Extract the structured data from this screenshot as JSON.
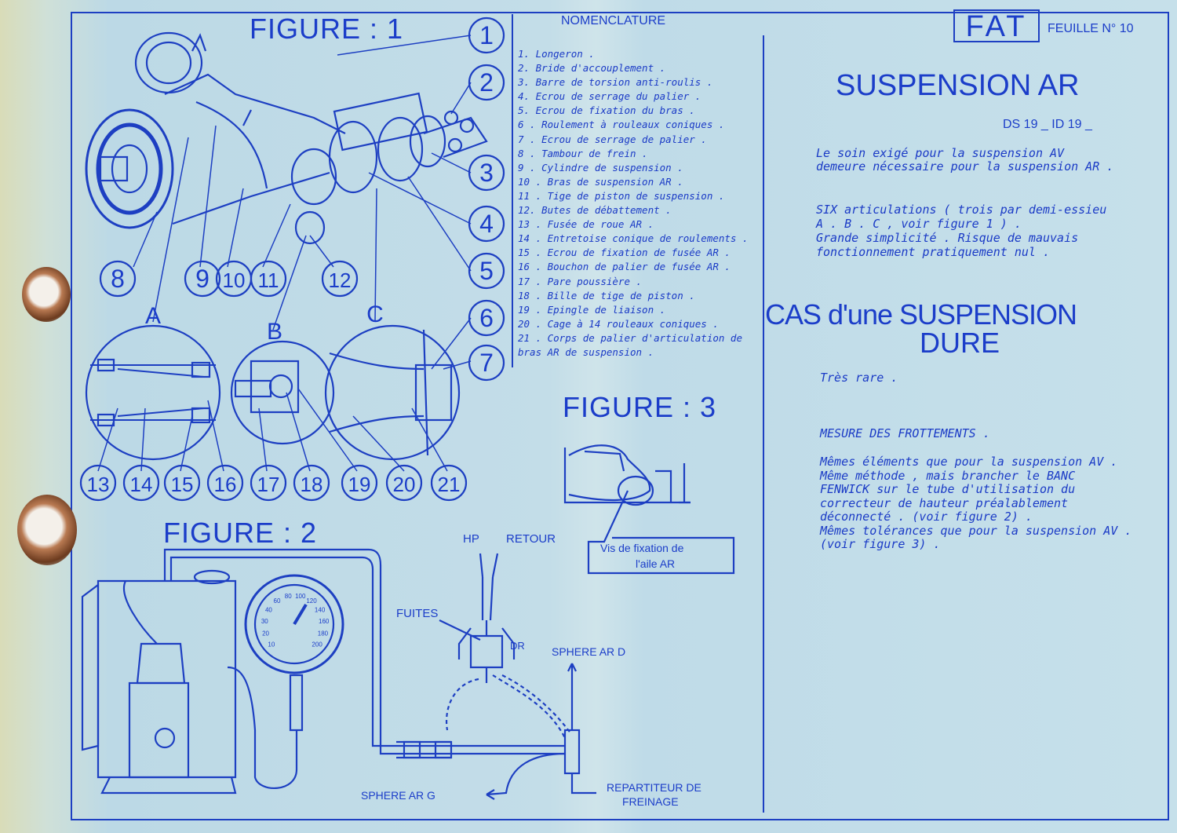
{
  "header": {
    "fat": "FAT",
    "feuille": "FEUILLE  N° 10"
  },
  "figure1": {
    "title": "FIGURE : 1"
  },
  "figure2": {
    "title": "FIGURE : 2"
  },
  "figure3": {
    "title": "FIGURE : 3"
  },
  "callouts": [
    "1",
    "2",
    "3",
    "4",
    "5",
    "6",
    "7",
    "8",
    "9",
    "10",
    "11",
    "12",
    "13",
    "14",
    "15",
    "16",
    "17",
    "18",
    "19",
    "20",
    "21"
  ],
  "detail_letters": [
    "A",
    "B",
    "C"
  ],
  "nomenclature": {
    "title": "NOMENCLATURE",
    "items": [
      "1.  Longeron .",
      "2.  Bride  d'accouplement .",
      "3.  Barre  de  torsion  anti-roulis .",
      "4. Ecrou  de  serrage  du   palier .",
      "5. Ecrou  de  fixation  du bras .",
      "6 . Roulement  à  rouleaux coniques .",
      "7 . Ecrou  de  serrage  de  palier .",
      "8 . Tambour  de  frein .",
      "9 . Cylindre   de    suspension .",
      "10 .  Bras  de  suspension  AR .",
      "11 . Tige  de  piston   de  suspension .",
      "12. Butes  de  débattement  .",
      "13 . Fusée  de  roue  AR .",
      "14 . Entretoise  conique  de roulements .",
      "15 . Ecrou  de  fixation  de  fusée AR .",
      "16 . Bouchon  de  palier  de  fusée  AR .",
      "17 . Pare  poussière  .",
      "18 . Bille  de  tige  de  piston  .",
      "19 . Epingle  de  liaison .",
      "20 . Cage  à  14  rouleaux  coniques .",
      "21 . Corps  de  palier  d'articulation  de",
      "       bras  AR   de   suspension ."
    ]
  },
  "fig2_labels": {
    "hp": "HP",
    "retour": "RETOUR",
    "fuites": "FUITES",
    "sphere_ard": "SPHERE  AR D",
    "sphere_arg": "SPHERE  AR  G",
    "repartiteur": "REPARTITEUR   DE",
    "freinage": "FREINAGE",
    "dr": "DR"
  },
  "gauge_ticks": [
    "10",
    "20",
    "30",
    "40",
    "60",
    "80",
    "100",
    "120",
    "140",
    "160",
    "180",
    "200"
  ],
  "fig3_labels": {
    "vis_line1": "Vis de  fixation   de",
    "vis_line2": "l'aile AR"
  },
  "right": {
    "title": "SUSPENSION    AR",
    "models": "DS 19  _   ID  19 _",
    "intro": [
      "Le  soin  exigé  pour  la  suspension  AV",
      "demeure   nécessaire  pour  la  suspension  AR ."
    ],
    "artic": [
      "SIX  articulations  ( trois  par  demi-essieu",
      "A . B . C , voir   figure  1 ) .",
      "Grande   simplicité .  Risque    de  mauvais",
      "fonctionnement    pratiquement    nul  ."
    ],
    "cas_title_1": "CAS d'une SUSPENSION",
    "cas_title_2": "DURE",
    "tres_rare": "Très  rare  .",
    "mesure_title": "MESURE   DES   FROTTEMENTS .",
    "mesure_body": [
      "Mêmes  éléments  que  pour  la  suspension AV .",
      "Même   méthode , mais  brancher  le   BANC",
      "FENWICK    sur  le  tube  d'utilisation  du",
      "correcteur   de    hauteur   préalablement",
      "déconnecté . (voir  figure 2) .",
      "Mêmes  tolérances  que  pour  la suspension AV .",
      "(voir  figure 3) ."
    ]
  },
  "colors": {
    "ink": "#1b3dc9",
    "paper": "#c3dde8",
    "stain": "#7a4321"
  }
}
